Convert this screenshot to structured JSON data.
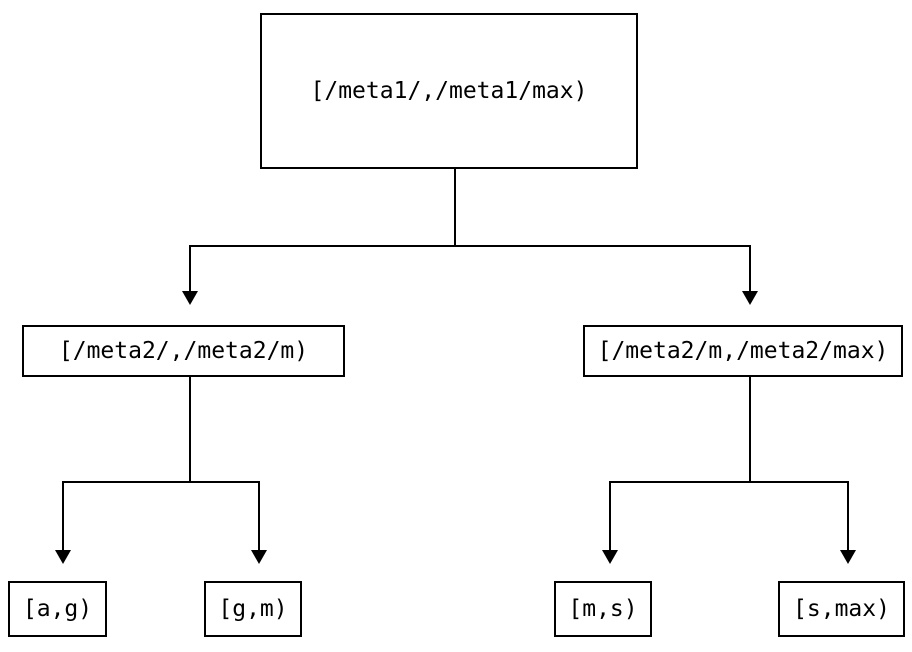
{
  "diagram": {
    "type": "binary-interval-tree",
    "colors": {
      "background": "#ffffff",
      "line": "#000000",
      "box_border": "#000000",
      "text": "#000000"
    },
    "nodes": {
      "root": {
        "label": "[/meta1/,/meta1/max)"
      },
      "left": {
        "label": "[/meta2/,/meta2/m)"
      },
      "right": {
        "label": "[/meta2/m,/meta2/max)"
      },
      "leaf_ag": {
        "label": "[a,g)"
      },
      "leaf_gm": {
        "label": "[g,m)"
      },
      "leaf_ms": {
        "label": "[m,s)"
      },
      "leaf_smax": {
        "label": "[s,max)"
      }
    },
    "edges": [
      {
        "from": "root",
        "to": "left"
      },
      {
        "from": "root",
        "to": "right"
      },
      {
        "from": "left",
        "to": "leaf_ag"
      },
      {
        "from": "left",
        "to": "leaf_gm"
      },
      {
        "from": "right",
        "to": "leaf_ms"
      },
      {
        "from": "right",
        "to": "leaf_smax"
      }
    ]
  }
}
